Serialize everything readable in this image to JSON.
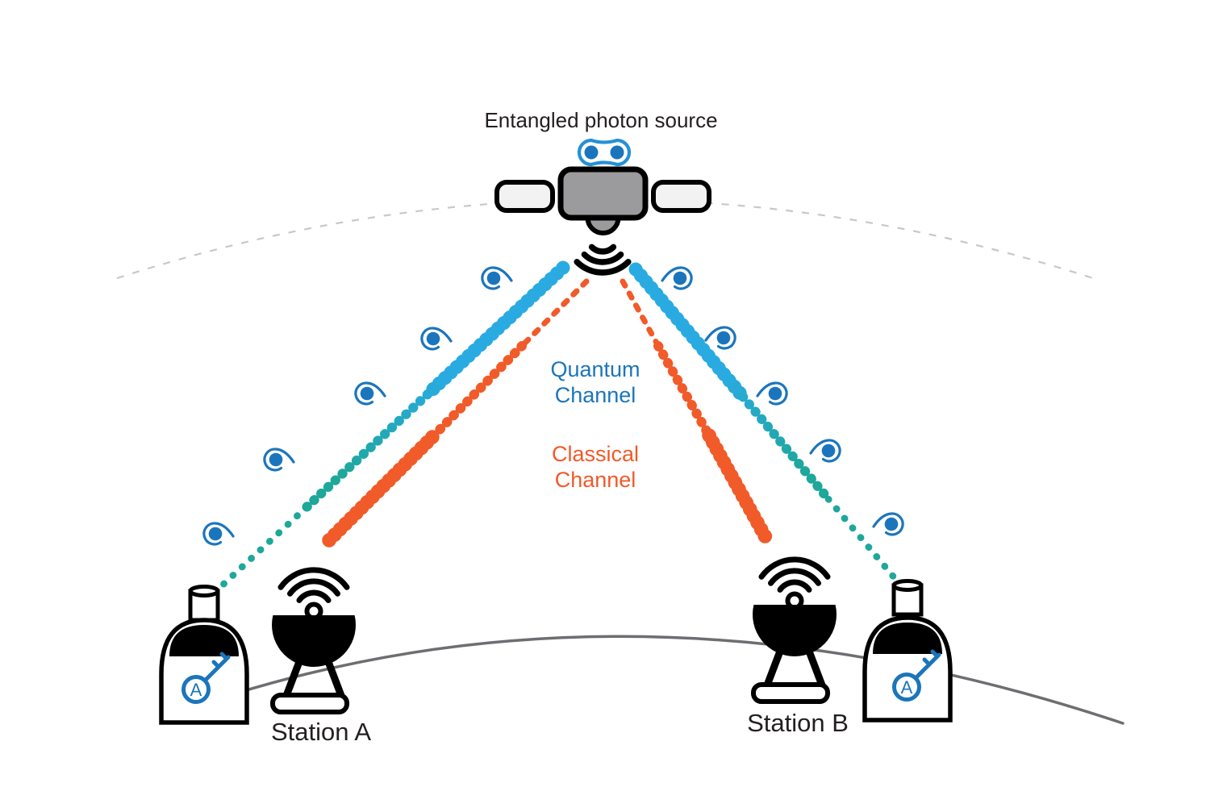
{
  "title": "Entangled photon source",
  "channels": {
    "quantum": {
      "line1": "Quantum",
      "line2": "Channel",
      "color": "#1B75BC"
    },
    "classical": {
      "line1": "Classical",
      "line2": "Channel",
      "color": "#F15A29"
    }
  },
  "stations": {
    "a": {
      "label": "Station A"
    },
    "b": {
      "label": "Station B"
    }
  },
  "keys": {
    "a": {
      "letter": "A"
    },
    "b": {
      "letter": "A"
    }
  },
  "colors": {
    "quantum_beam_near_satellite": "#29ABE2",
    "quantum_beam_near_ground": "#1EA79B",
    "classical_beam": "#F15A29",
    "photon_blue": "#1B75BC",
    "pair_outline_blue": "#2491D6",
    "satellite_body_gray": "#9B9B9D",
    "satellite_panel_gray": "#F2F2F3",
    "ground_line_gray": "#6D6E71",
    "orbit_dash_gray": "#C7C8CA",
    "text_dark": "#231F20",
    "shape_black": "#000000"
  },
  "icons": {
    "satellite": "satellite-icon",
    "entangled_pair": "entangled-photon-pair-icon",
    "downlink_waves": "signal-waves-down-icon",
    "photon": "photon-comet-icon",
    "dish": "ground-dish-icon",
    "dish_waves": "wifi-signal-icon",
    "key_container": "key-container-icon",
    "key": "key-icon"
  }
}
